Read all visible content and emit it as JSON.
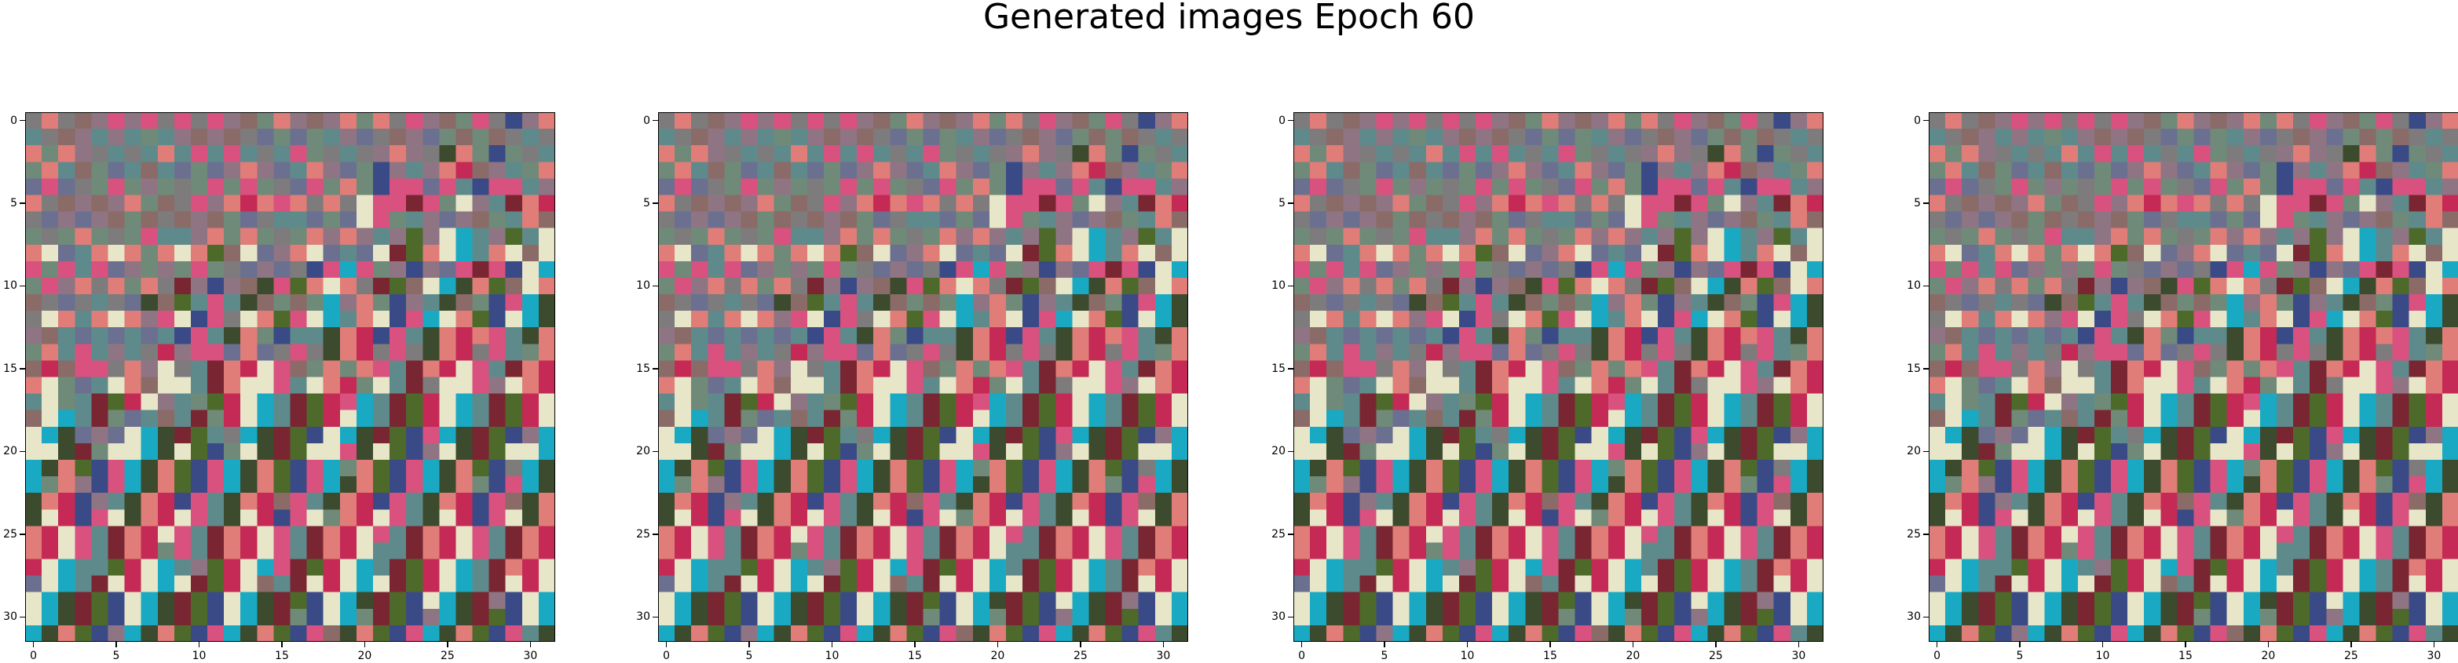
{
  "figure": {
    "title": "Generated images Epoch 60"
  },
  "panels": [
    {
      "x_ticks": [
        "0",
        "5",
        "10",
        "15",
        "20",
        "25",
        "30"
      ],
      "y_ticks": [
        "0",
        "5",
        "10",
        "15",
        "20",
        "25",
        "30"
      ]
    },
    {
      "x_ticks": [
        "0",
        "5",
        "10",
        "15",
        "20",
        "25",
        "30"
      ],
      "y_ticks": [
        "0",
        "5",
        "10",
        "15",
        "20",
        "25",
        "30"
      ]
    },
    {
      "x_ticks": [
        "0",
        "5",
        "10",
        "15",
        "20",
        "25",
        "30"
      ],
      "y_ticks": [
        "0",
        "5",
        "10",
        "15",
        "20",
        "25",
        "30"
      ]
    },
    {
      "x_ticks": [
        "0",
        "5",
        "10",
        "15",
        "20",
        "25",
        "30"
      ],
      "y_ticks": [
        "0",
        "5",
        "10",
        "15",
        "20",
        "25",
        "30"
      ]
    }
  ],
  "image_grid_size": 32,
  "palette": {
    "grey": "#7d7b7c",
    "mauve": "#8f7583",
    "sage": "#6f8a78",
    "teal_grey": "#5f8a8c",
    "slate": "#6b7090",
    "cream": "#e8e6c8",
    "salmon": "#e07d78",
    "pink": "#d9517e",
    "crimson": "#c42a55",
    "maroon": "#7a2632",
    "olive": "#4d6a2b",
    "dark_olive": "#3c4a2e",
    "cyan": "#1aa9c2",
    "navy": "#3a4a86",
    "brown_grey": "#8a6b67"
  }
}
